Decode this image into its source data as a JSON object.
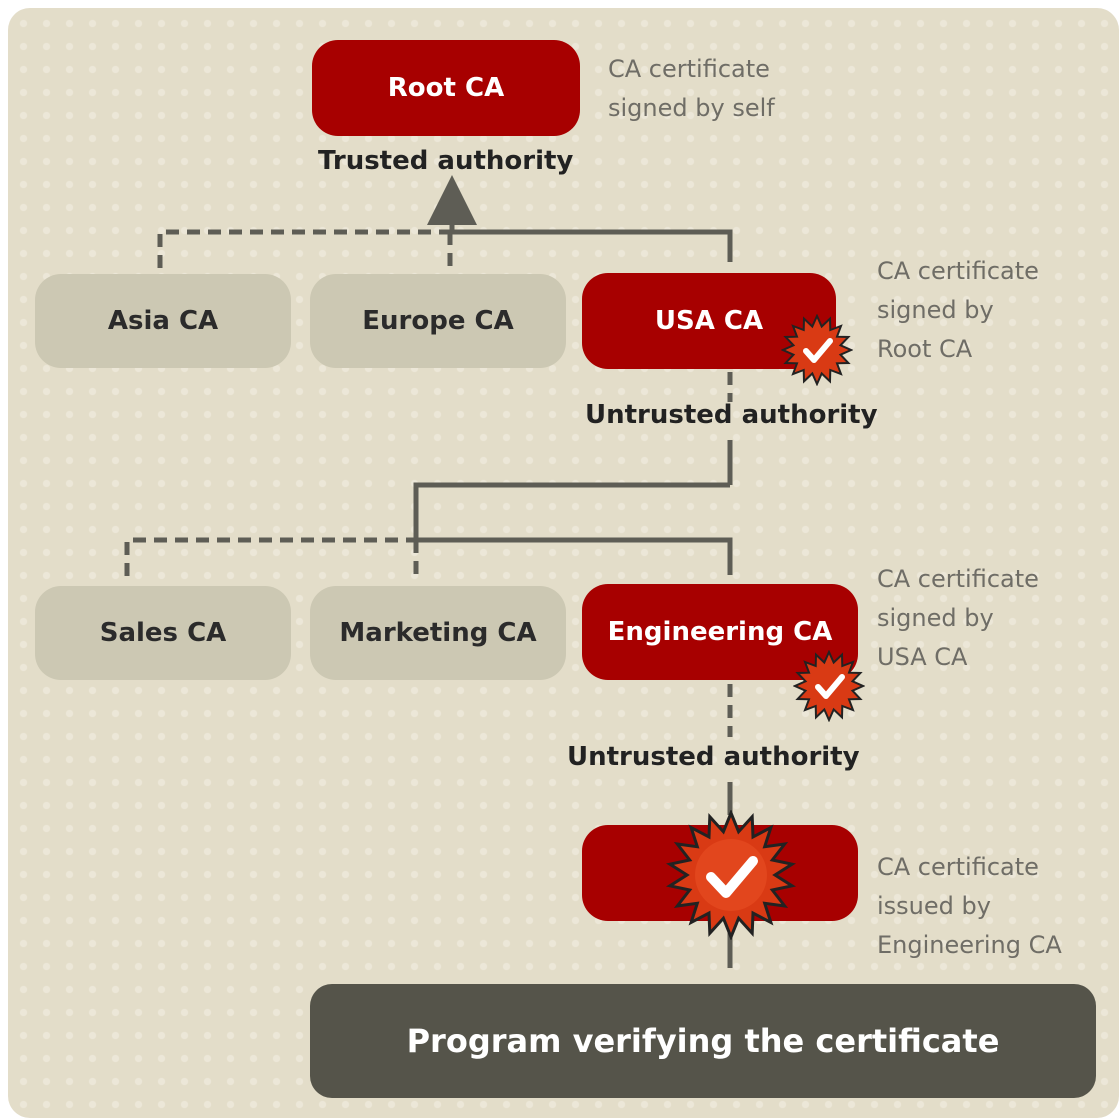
{
  "nodes": {
    "root": "Root CA",
    "asia": "Asia CA",
    "europe": "Europe CA",
    "usa": "USA CA",
    "sales": "Sales CA",
    "marketing": "Marketing CA",
    "engineering": "Engineering CA",
    "program": "Program verifying the certificate"
  },
  "labels": {
    "trusted": "Trusted authority",
    "untrusted_1": "Untrusted authority",
    "untrusted_2": "Untrusted authority"
  },
  "notes": {
    "root": [
      "CA certificate",
      "signed by self"
    ],
    "usa": [
      "CA certificate",
      "signed by",
      "Root CA"
    ],
    "engineering": [
      "CA certificate",
      "signed by",
      "USA CA"
    ],
    "leaf": [
      "CA certificate",
      "issued by",
      "Engineering CA"
    ]
  },
  "colors": {
    "background": "#e3ddc9",
    "trusted_red": "#a70000",
    "inactive_gray": "#ccc8b3",
    "program_dark": "#55544a",
    "connector": "#5e5d55",
    "seal": "#d93a14"
  },
  "icons": {
    "certificate_seal": "check-seal-icon"
  }
}
